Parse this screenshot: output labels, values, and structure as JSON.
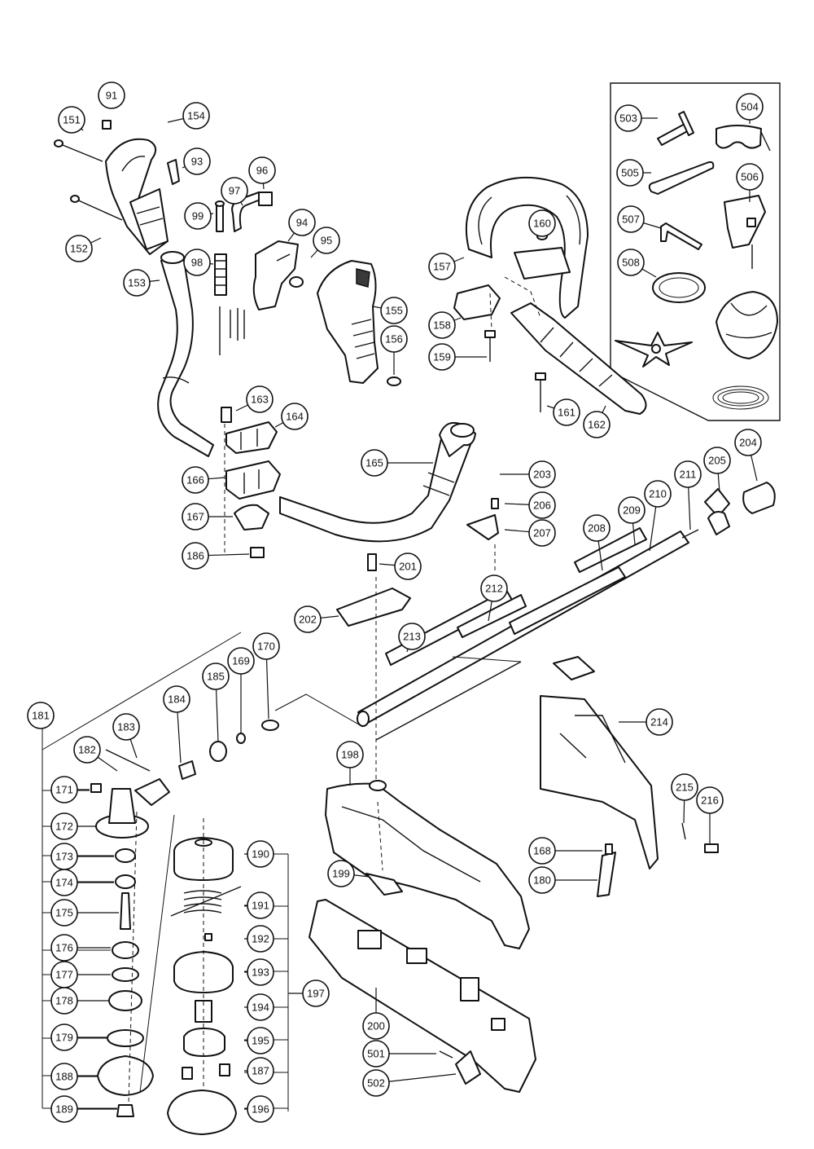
{
  "callouts": [
    "91",
    "151",
    "154",
    "93",
    "152",
    "99",
    "97",
    "96",
    "98",
    "94",
    "95",
    "153",
    "155",
    "156",
    "160",
    "157",
    "158",
    "159",
    "161",
    "162",
    "163",
    "164",
    "165",
    "166",
    "167",
    "186",
    "201",
    "202",
    "203",
    "206",
    "207",
    "208",
    "209",
    "210",
    "211",
    "205",
    "204",
    "212",
    "213",
    "214",
    "215",
    "216",
    "168",
    "180",
    "181",
    "182",
    "183",
    "184",
    "185",
    "169",
    "170",
    "171",
    "172",
    "173",
    "174",
    "175",
    "176",
    "177",
    "178",
    "179",
    "188",
    "189",
    "190",
    "191",
    "192",
    "193",
    "194",
    "195",
    "187",
    "196",
    "197",
    "198",
    "199",
    "200",
    "501",
    "502",
    "503",
    "504",
    "505",
    "506",
    "507",
    "508"
  ]
}
